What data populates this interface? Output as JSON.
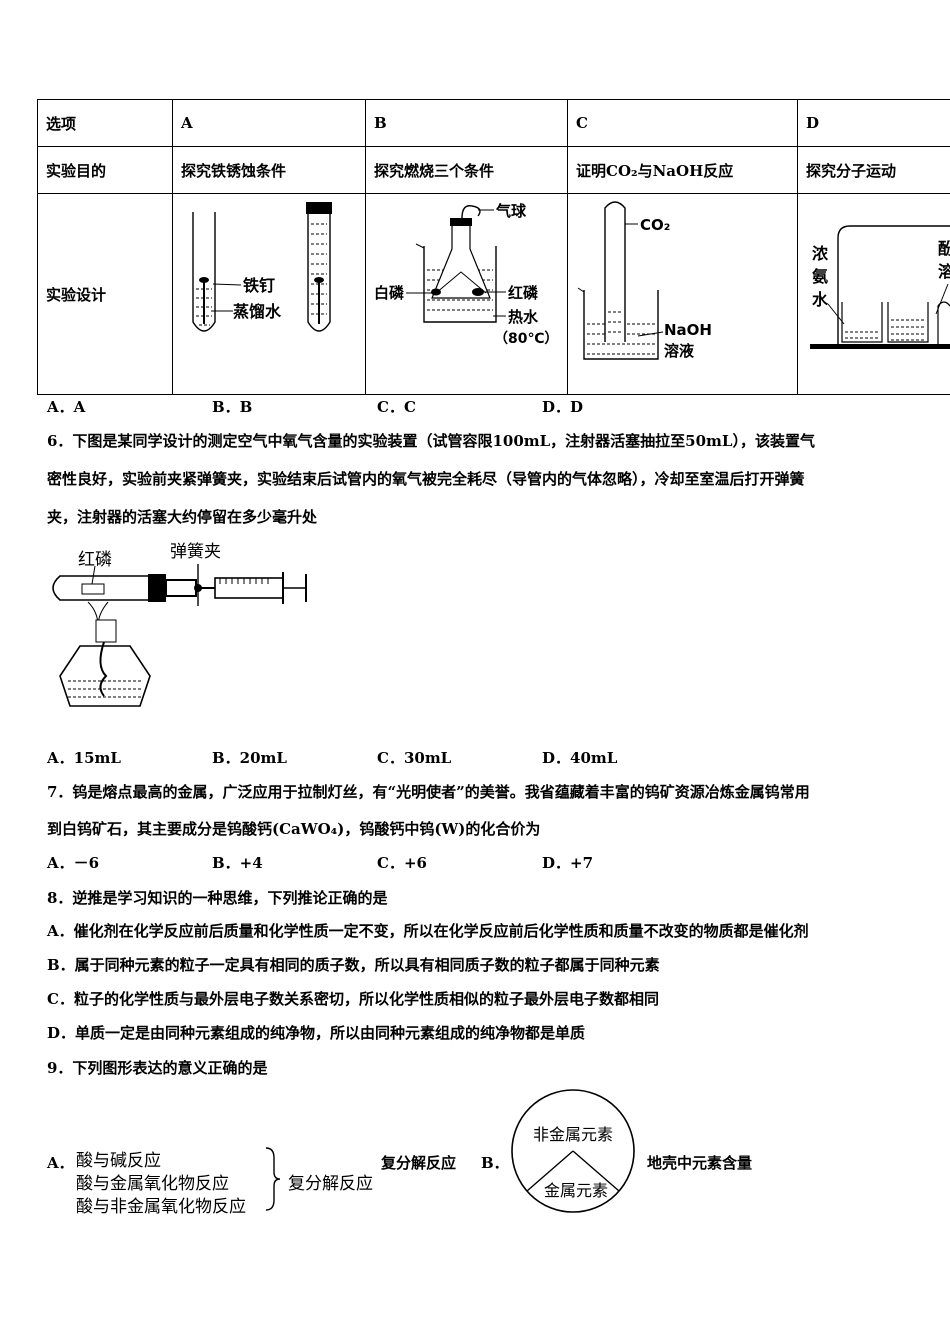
{
  "table": {
    "headers": [
      "选项",
      "A",
      "B",
      "C",
      "D"
    ],
    "purpose_label": "实验目的",
    "purposes": [
      "探究铁锈蚀条件",
      "探究燃烧三个条件",
      "证明CO₂与NaOH反应",
      "探究分子运动"
    ],
    "design_label": "实验设计",
    "figA": {
      "nail": "铁钉",
      "water": "蒸馏水"
    },
    "figB": {
      "balloon": "气球",
      "white_p": "白磷",
      "red_p": "红磷",
      "hot_water": "热水",
      "temp": "（80℃）"
    },
    "figC": {
      "gas": "CO₂",
      "sol1": "NaOH",
      "sol2": "溶液"
    },
    "figD": {
      "ammonia1": "浓",
      "ammonia2": "氨",
      "ammonia3": "水",
      "right1": "酚",
      "right2": "溶"
    }
  },
  "q5_options": [
    "A．A",
    "B．B",
    "C．C",
    "D．D"
  ],
  "q6": {
    "lines": [
      "6．下图是某同学设计的测定空气中氧气含量的实验装置（试管容限100mL，注射器活塞抽拉至50mL），该装置气",
      "密性良好，实验前夹紧弹簧夹，实验结束后试管内的氧气被完全耗尽（导管内的气体忽略），冷却至室温后打开弹簧",
      "夹，注射器的活塞大约停留在多少毫升处"
    ],
    "fig": {
      "red_p": "红磷",
      "clip": "弹簧夹"
    },
    "options": [
      "A．15mL",
      "B．20mL",
      "C．30mL",
      "D．40mL"
    ]
  },
  "q7": {
    "lines": [
      "7．钨是熔点最高的金属，广泛应用于拉制灯丝，有“光明使者”的美誉。我省蕴藏着丰富的钨矿资源冶炼金属钨常用",
      "到白钨矿石，其主要成分是钨酸钙(CaWO₄)，钨酸钙中钨(W)的化合价为"
    ],
    "options": [
      "A．－6",
      "B．+4",
      "C．+6",
      "D．+7"
    ]
  },
  "q8": {
    "stem": "8．逆推是学习知识的一种思维，下列推论正确的是",
    "options": [
      "A．催化剂在化学反应前后质量和化学性质一定不变，所以在化学反应前后化学性质和质量不改变的物质都是催化剂",
      "B．属于同种元素的粒子一定具有相同的质子数，所以具有相同质子数的粒子都属于同种元素",
      "C．粒子的化学性质与最外层电子数关系密切，所以化学性质相似的粒子最外层电子数都相同",
      "D．单质一定是由同种元素组成的纯净物，所以由同种元素组成的纯净物都是单质"
    ]
  },
  "q9": {
    "stem": "9．下列图形表达的意义正确的是",
    "a_label": "A．",
    "a_items": [
      "酸与碱反应",
      "酸与金属氧化物反应",
      "酸与非金属氧化物反应"
    ],
    "a_group": "复分解反应",
    "a_caption": "复分解反应",
    "b_label": "B．",
    "b_top": "非金属元素",
    "b_bottom": "金属元素",
    "b_caption": "地壳中元素含量"
  }
}
